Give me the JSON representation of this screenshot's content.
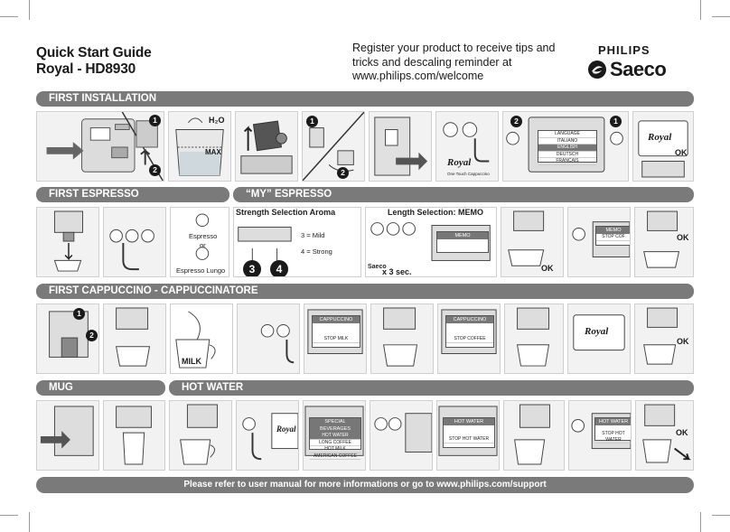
{
  "header": {
    "title_line1": "Quick Start Guide",
    "title_line2": "Royal - HD8930",
    "register_line1": "Register your product to receive tips and",
    "register_line2": "tricks and descaling reminder at",
    "register_line3": "www.philips.com/welcome",
    "brand_philips": "PHILIPS",
    "brand_saeco": "Saeco"
  },
  "sections": {
    "first_installation": "FIRST INSTALLATION",
    "first_espresso": "FIRST ESPRESSO",
    "my_espresso": "“MY” ESPRESSO",
    "first_cappuccino": "FIRST CAPPUCCINO - CAPPUCCINATORE",
    "mug": "MUG",
    "hot_water": "HOT WATER"
  },
  "installation": {
    "h2o": "H₂O",
    "max": "MAX",
    "royal_logo": "Royal",
    "royal_sub": "One Touch Cappuccino",
    "ok": "OK",
    "languages": [
      "LANGUAGE",
      "ITALIANO",
      "ENGLISH",
      "DEUTSCH",
      "FRANÇAIS"
    ]
  },
  "espresso": {
    "espresso_label": "Espresso",
    "or_label": "or",
    "espresso_lungo_label": "Espresso Lungo"
  },
  "my_espresso": {
    "strength_title": "Strength Selection Aroma",
    "mild": "3 = Mild",
    "strong": "4 = Strong",
    "length_title": "Length Selection: MEMO",
    "memo": "MEMO",
    "x3sec": "x 3 sec.",
    "saeco_small": "Saeco",
    "stop_cof": "STOP COF",
    "ok": "OK"
  },
  "cappuccino": {
    "milk": "MILK",
    "cappuccino_screen": "CAPPUCCINO",
    "stop_milk": "STOP MILK",
    "stop_coffee": "STOP COFFEE",
    "ok": "OK"
  },
  "hot_water": {
    "special_title": "SPECIAL BEVERAGES",
    "special_items": [
      "HOT WATER",
      "LONG COFFEE",
      "HOT MILK",
      "AMERICAN COFFEE"
    ],
    "hot_water_screen": "HOT WATER",
    "stop_hot_water": "STOP HOT WATER",
    "ok": "OK"
  },
  "footer": {
    "text": "Please refer to user manual for more informations or go to www.philips.com/support"
  }
}
